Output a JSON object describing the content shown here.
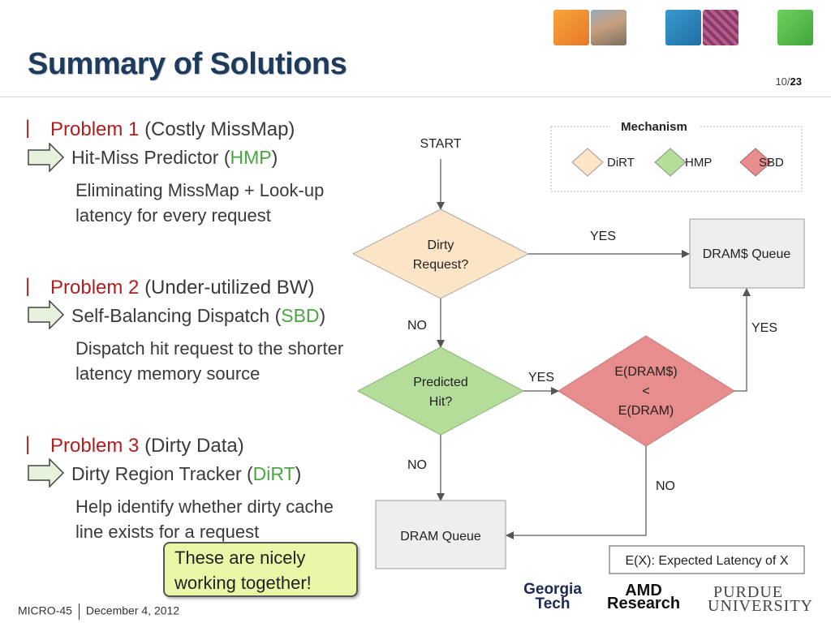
{
  "slide": {
    "title": "Summary of Solutions",
    "page_current": "10",
    "page_sep": "/",
    "page_total": "23"
  },
  "problems": [
    {
      "bar": "|",
      "label": "Problem 1",
      "desc": "(Costly MissMap)",
      "solution_pre": "Hit-Miss Predictor (",
      "solution_acr": "HMP",
      "solution_post": ")",
      "bullet_icon": "",
      "bullet_lines": [
        "Eliminating MissMap + Look-up",
        "latency for every request"
      ]
    },
    {
      "bar": "|",
      "label": "Problem 2",
      "desc": "(Under-utilized BW)",
      "solution_pre": "Self-Balancing Dispatch (",
      "solution_acr": "SBD",
      "solution_post": ")",
      "bullet_icon": "",
      "bullet_lines": [
        "Dispatch hit request to the shorter",
        "latency memory source"
      ]
    },
    {
      "bar": "|",
      "label": "Problem 3",
      "desc": "(Dirty Data)",
      "solution_pre": "Dirty Region Tracker (",
      "solution_acr": "DiRT",
      "solution_post": ")",
      "bullet_icon": "",
      "bullet_lines": [
        "Help identify whether dirty cache",
        "line exists for a request"
      ]
    }
  ],
  "note": {
    "line1": "These are nicely",
    "line2": "working together!"
  },
  "flowchart": {
    "start": "START",
    "dirty_line1": "Dirty",
    "dirty_line2": "Request?",
    "predicted_line1": "Predicted",
    "predicted_line2": "Hit?",
    "edram_line1": "E(DRAM$)",
    "edram_line2": "<",
    "edram_line3": "E(DRAM)",
    "dram_cache_queue": "DRAM$ Queue",
    "dram_queue": "DRAM Queue",
    "yes_dirty": "YES",
    "no_dirty": "NO",
    "yes_predicted": "YES",
    "no_predicted": "NO",
    "yes_edram": "YES",
    "no_edram": "NO",
    "legend_title": "Mechanism",
    "legend_items": [
      "DiRT",
      "HMP",
      "SBD"
    ],
    "expected_latency": "E(X): Expected Latency of X"
  },
  "colors": {
    "dirt": "#fce4c6",
    "hmp": "#b5dd9a",
    "sbd": "#e88d8d",
    "problem_red": "#b01e1e",
    "acronym_green": "#4aa640",
    "title_navy": "#1d3b5c",
    "note_bg": "#eaf7a6"
  },
  "footer": {
    "venue": "MICRO-45",
    "date": "December 4, 2012"
  },
  "logos": [
    "Georgia Tech",
    "AMD Research",
    "PURDUE UNIVERSITY"
  ]
}
